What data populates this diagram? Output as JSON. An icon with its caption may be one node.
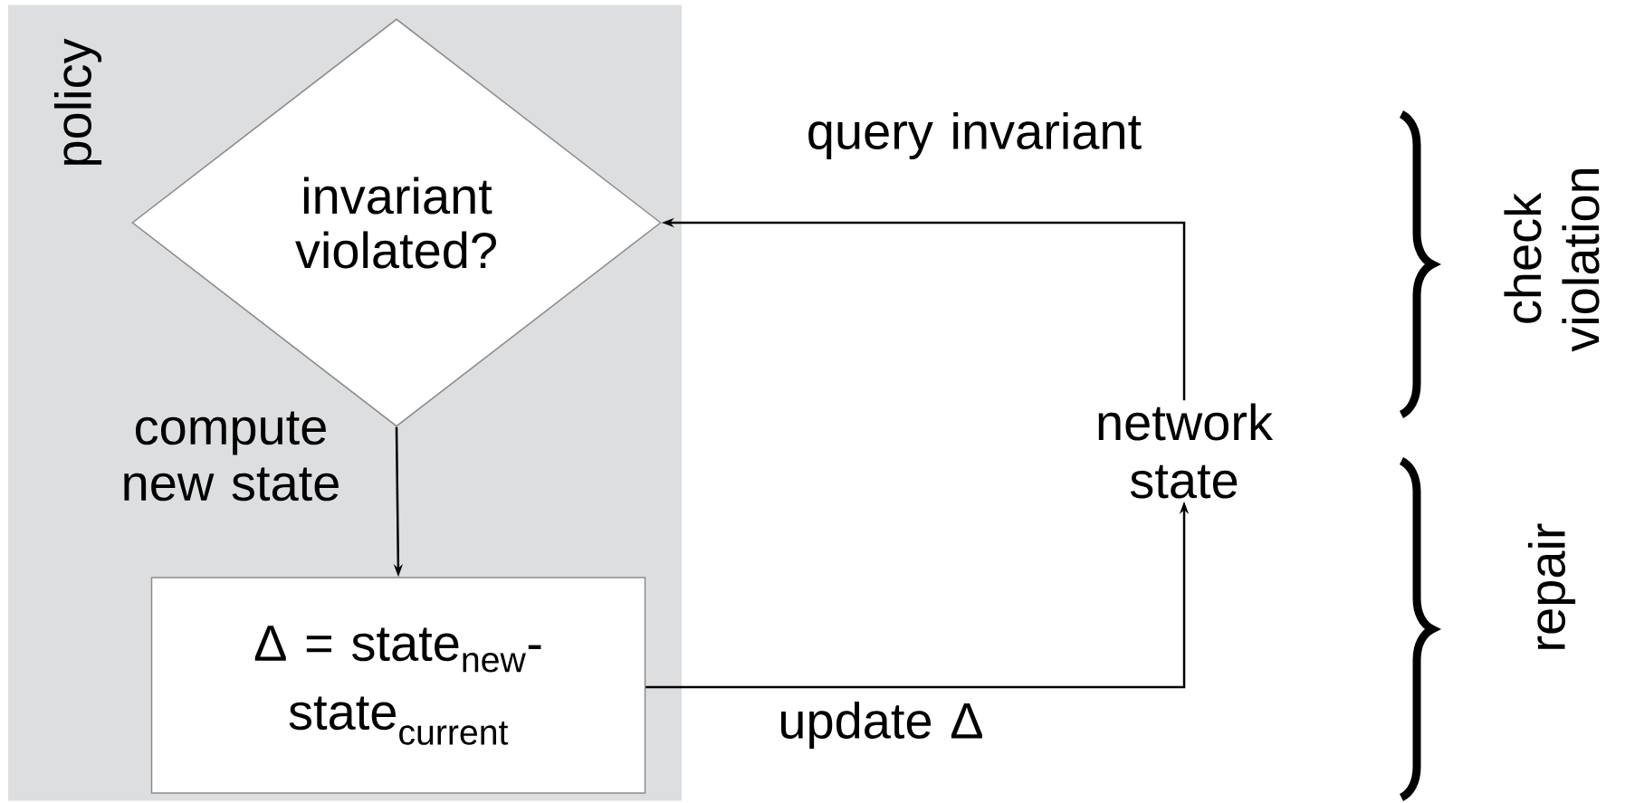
{
  "diagram": {
    "nodes": [
      {
        "text": [
          "policy"
        ]
      },
      {
        "text": [
          "invariant violated?"
        ],
        "in": 0
      },
      {
        "text": [
          "Δ = state$_{new}$- state$_{current}$"
        ],
        "in": 0
      },
      {
        "text": [
          "network state"
        ]
      }
    ],
    "edges": [
      {
        "from": 3,
        "to": 1,
        "arrow": "to",
        "label": "query invariant"
      },
      {
        "from": 1,
        "to": 2,
        "arrow": "to",
        "label": "compute new state"
      },
      {
        "from": 2,
        "to": 3,
        "arrow": "to",
        "label": "update Δ"
      }
    ],
    "labels": [
      "check violation",
      "repair"
    ]
  }
}
